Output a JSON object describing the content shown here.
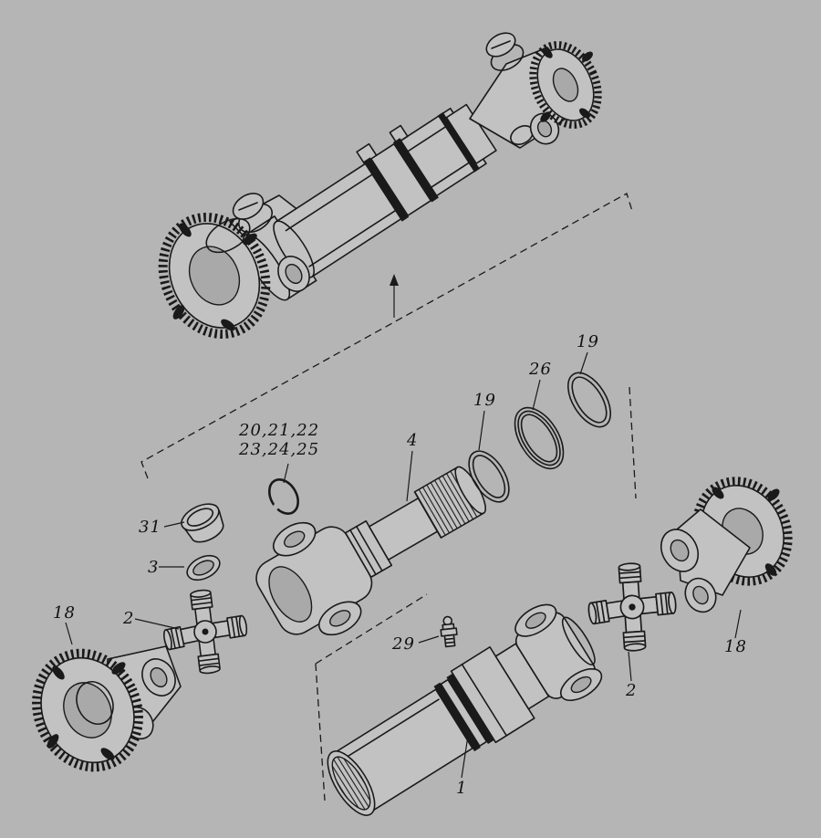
{
  "colors": {
    "background": "#b5b5b5",
    "line": "#1a1a1a",
    "part_fill": "#c2c2c2",
    "recess_fill": "#a9a9a9"
  },
  "callouts": {
    "c20_22": "20,21,22",
    "c23_25": "23,24,25",
    "c31": "31",
    "c3": "3",
    "c2_left": "2",
    "c18_left": "18",
    "c4": "4",
    "c19_a": "19",
    "c26": "26",
    "c19_b": "19",
    "c29": "29",
    "c1": "1",
    "c2_right": "2",
    "c18_right": "18"
  }
}
